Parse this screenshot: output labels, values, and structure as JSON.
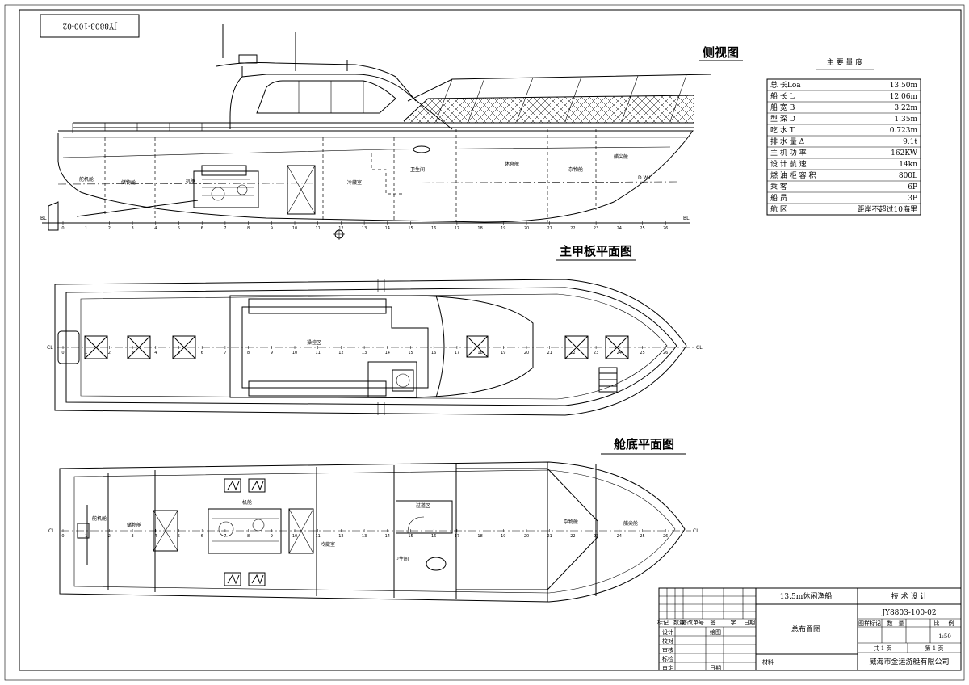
{
  "drawing_number": "JY8803-100-02",
  "views": {
    "side": "侧视图",
    "deck": "主甲板平面图",
    "hold": "舱底平面图"
  },
  "side_labels": {
    "steering": "舵机舱",
    "storage": "储物舱",
    "engine": "机舱",
    "cold": "冷藏室",
    "toilet": "卫生间",
    "rest": "休息舱",
    "misc": "杂物舱",
    "bow": "艏尖舱",
    "dwl": "D.W.L",
    "bl": "BL"
  },
  "deck_labels": {
    "cl": "CL",
    "cockpit": "操控区"
  },
  "hold_labels": {
    "steering": "舵机舱",
    "storage": "储物舱",
    "engine": "机舱",
    "cold": "冷藏室",
    "passage": "过道区",
    "toilet": "卫生间",
    "misc": "杂物舱",
    "bow": "艏尖舱",
    "cl": "CL"
  },
  "ticks": [
    "0",
    "1",
    "2",
    "3",
    "4",
    "5",
    "6",
    "7",
    "8",
    "9",
    "10",
    "11",
    "12",
    "13",
    "14",
    "15",
    "16",
    "17",
    "18",
    "19",
    "20",
    "21",
    "22",
    "23",
    "24",
    "25",
    "26"
  ],
  "specs": {
    "title": "主 要 量 度",
    "rows": [
      {
        "k": "总          长Loa",
        "v": "13.50m"
      },
      {
        "k": "船          长 L",
        "v": "12.06m"
      },
      {
        "k": "船          宽 B",
        "v": "3.22m"
      },
      {
        "k": "型          深 D",
        "v": "1.35m"
      },
      {
        "k": "吃          水 T",
        "v": "0.723m"
      },
      {
        "k": "排    水    量 Δ",
        "v": "9.1t"
      },
      {
        "k": "主  机  功  率",
        "v": "162KW"
      },
      {
        "k": "设  计  航  速",
        "v": "14kn"
      },
      {
        "k": "燃 油 柜 容 积",
        "v": "800L"
      },
      {
        "k": "乘              客",
        "v": "6P"
      },
      {
        "k": "船              员",
        "v": "3P"
      },
      {
        "k": "航              区",
        "v": "距岸不超过10海里"
      }
    ]
  },
  "title_block": {
    "project": "13.5m休闲渔船",
    "phase": "技 术 设 计",
    "number": "JY8803-100-02",
    "drawing": "总布置图",
    "material": "材料",
    "company": "威海市金运游艇有限公司",
    "rev_headers": [
      "标记",
      "数量",
      "修改单号",
      "签",
      "字",
      "日期"
    ],
    "roles": [
      "设计",
      "校对",
      "审核",
      "标检",
      "审定"
    ],
    "role_right": [
      "绘图",
      "",
      "",
      "",
      "日期"
    ],
    "meta_headers": [
      "图样标记",
      "数",
      "量",
      "比",
      "例"
    ],
    "scale": "1:50",
    "sheets_total": "共  1  页",
    "sheet_no": "第  1  页"
  }
}
